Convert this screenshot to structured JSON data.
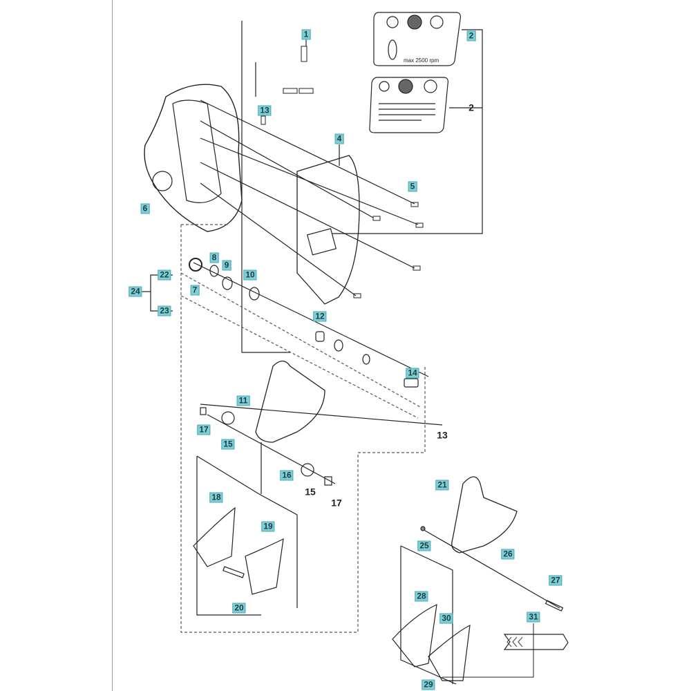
{
  "diagram": {
    "title": "Exploded parts diagram - blade guard assembly",
    "accent_color": "#7ecfd8",
    "decal_text": "max 2500 rpm",
    "callouts": [
      {
        "num": "1",
        "highlighted": true
      },
      {
        "num": "2",
        "highlighted": true
      },
      {
        "num": "2",
        "highlighted": false
      },
      {
        "num": "13",
        "highlighted": true
      },
      {
        "num": "4",
        "highlighted": true
      },
      {
        "num": "5",
        "highlighted": true
      },
      {
        "num": "6",
        "highlighted": true
      },
      {
        "num": "7",
        "highlighted": true
      },
      {
        "num": "8",
        "highlighted": true
      },
      {
        "num": "9",
        "highlighted": true
      },
      {
        "num": "10",
        "highlighted": true
      },
      {
        "num": "22",
        "highlighted": true
      },
      {
        "num": "24",
        "highlighted": true
      },
      {
        "num": "23",
        "highlighted": true
      },
      {
        "num": "12",
        "highlighted": true
      },
      {
        "num": "14",
        "highlighted": true
      },
      {
        "num": "11",
        "highlighted": true
      },
      {
        "num": "17",
        "highlighted": true
      },
      {
        "num": "15",
        "highlighted": true
      },
      {
        "num": "13",
        "highlighted": false
      },
      {
        "num": "16",
        "highlighted": true
      },
      {
        "num": "15",
        "highlighted": false
      },
      {
        "num": "17",
        "highlighted": false
      },
      {
        "num": "18",
        "highlighted": true
      },
      {
        "num": "19",
        "highlighted": true
      },
      {
        "num": "20",
        "highlighted": true
      },
      {
        "num": "21",
        "highlighted": true
      },
      {
        "num": "25",
        "highlighted": true
      },
      {
        "num": "26",
        "highlighted": true
      },
      {
        "num": "27",
        "highlighted": true
      },
      {
        "num": "28",
        "highlighted": true
      },
      {
        "num": "30",
        "highlighted": true
      },
      {
        "num": "31",
        "highlighted": true
      },
      {
        "num": "29",
        "highlighted": true
      }
    ]
  }
}
